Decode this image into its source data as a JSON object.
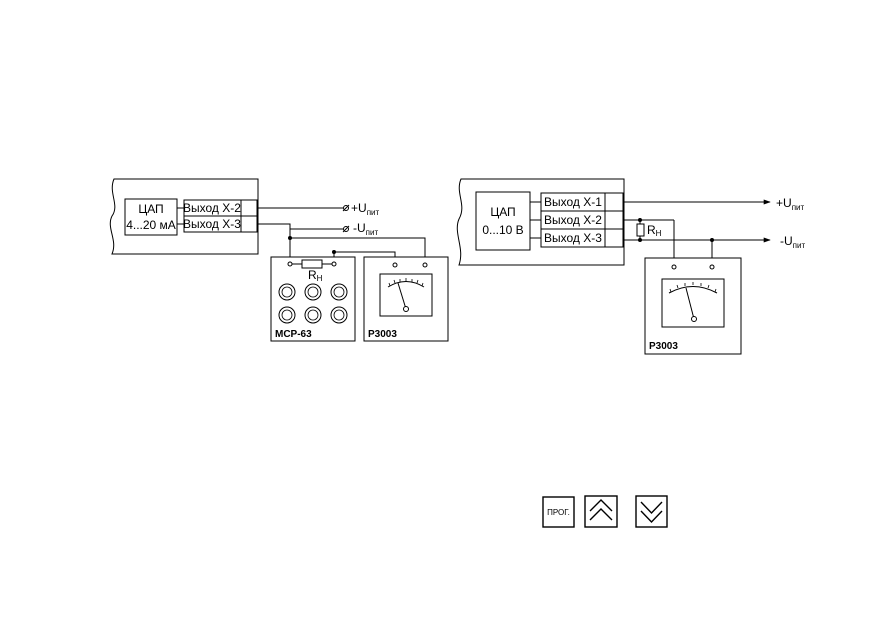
{
  "left_diagram": {
    "dac_label": "ЦАП",
    "dac_range": "4...20 мА",
    "outputs": [
      "Выход Х-2",
      "Выход Х-3"
    ],
    "supply_plus": "+U",
    "supply_minus": "-U",
    "supply_sub": "пит",
    "resistor_label": "R",
    "resistor_sub": "Н",
    "device1_label": "МСР-63",
    "device2_label": "Р3003"
  },
  "right_diagram": {
    "dac_label": "ЦАП",
    "dac_range": "0...10 В",
    "outputs": [
      "Выход Х-1",
      "Выход Х-2",
      "Выход Х-3"
    ],
    "supply_plus": "+U",
    "supply_minus": "-U",
    "supply_sub": "пит",
    "resistor_label": "R",
    "resistor_sub": "Н",
    "device_label": "Р3003"
  },
  "buttons": {
    "prog_label": "ПРОГ.",
    "up_icon": "double-chevron-up-icon",
    "down_icon": "double-chevron-down-icon"
  }
}
